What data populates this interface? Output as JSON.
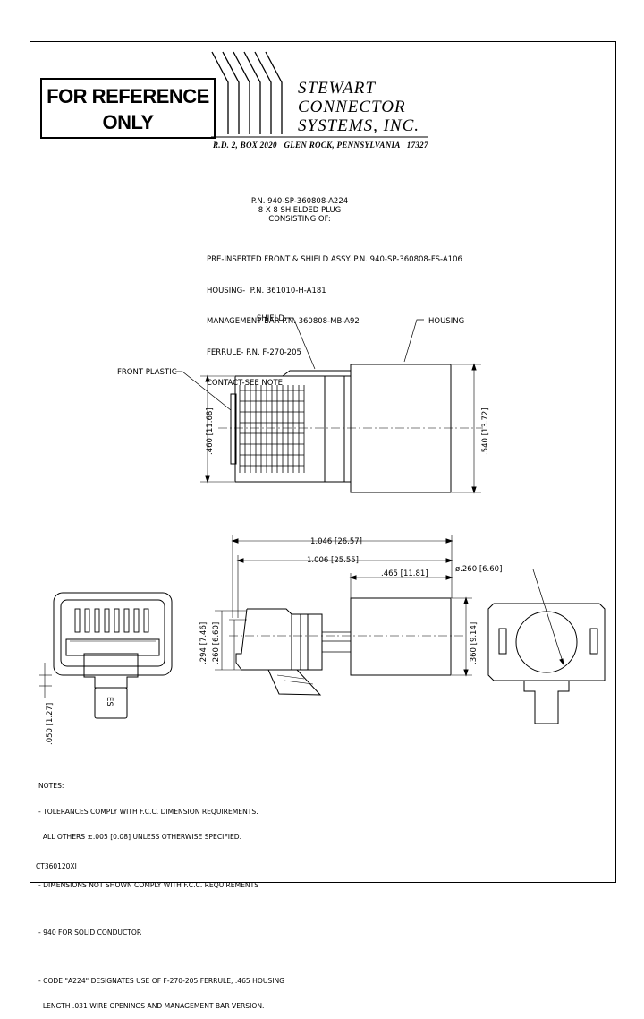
{
  "reference_stamp": [
    "FOR REFERENCE",
    "ONLY"
  ],
  "company": {
    "name_lines": [
      "STEWART",
      "CONNECTOR",
      "SYSTEMS,  INC."
    ],
    "address": "R.D. 2, BOX 2020   GLEN ROCK, PENNSYLVANIA   17327"
  },
  "part": {
    "number": "P.N.  940-SP-360808-A224",
    "description": "8 X 8 SHIELDED PLUG",
    "consisting": "CONSISTING OF:"
  },
  "components": [
    "PRE-INSERTED FRONT & SHIELD ASSY. P.N. 940-SP-360808-FS-A106",
    "HOUSING-  P.N. 361010-H-A181",
    "MANAGEMENT BAR P.N. 360808-MB-A92",
    "FERRULE- P.N. F-270-205",
    "CONTACT-SEE NOTE"
  ],
  "callouts": {
    "shield": "SHIELD",
    "housing": "HOUSING",
    "front_plastic": "FRONT PLASTIC"
  },
  "dimensions": {
    "height_front": ".460 [11.68]",
    "height_housing": ".540 [13.72]",
    "overall_length": "1.046 [26.57]",
    "inner_length": "1.006 [25.55]",
    "housing_length": ".465 [11.81]",
    "ferrule_dia": "ø.260 [6.60]",
    "latch_height": ".294 [7.46]",
    "plug_height": ".260 [6.60]",
    "rear_height": ".360 [9.14]",
    "tab_height": ".050 [1.27]"
  },
  "end_view_mark": "ES",
  "notes": {
    "heading": "NOTES:",
    "items": [
      [
        "- TOLERANCES COMPLY WITH F.C.C. DIMENSION REQUIREMENTS.",
        "  ALL OTHERS ±.005 [0.08] UNLESS OTHERWISE SPECIFIED."
      ],
      [
        "- DIMENSIONS NOT SHOWN COMPLY WITH F.C.C. REQUIREMENTS"
      ],
      [
        "- 940 FOR SOLID CONDUCTOR"
      ],
      [
        "- CODE \"A224\" DESIGNATES USE OF F-270-205 FERRULE, .465 HOUSING",
        "  LENGTH .031 WIRE OPENINGS AND MANAGEMENT BAR VERSION."
      ]
    ]
  },
  "drawing_id": "CT360120XI"
}
